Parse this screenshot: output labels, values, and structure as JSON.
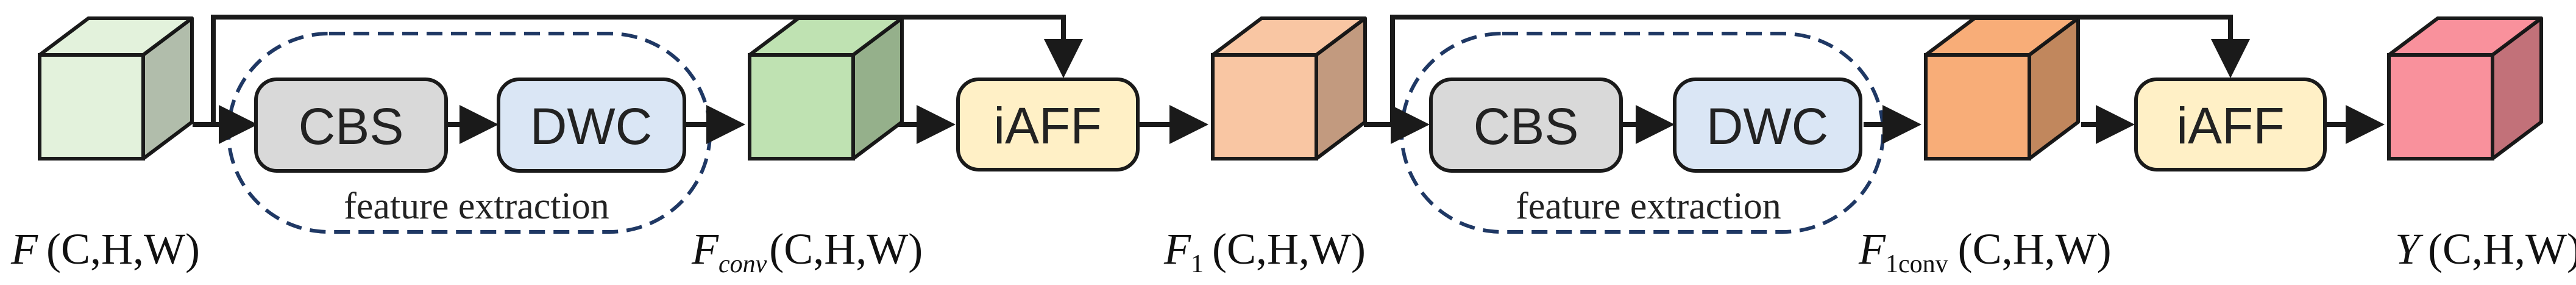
{
  "blocks": {
    "cbs_1": "CBS",
    "dwc_1": "DWC",
    "iaff_1": "iAFF",
    "cbs_2": "CBS",
    "dwc_2": "DWC",
    "iaff_2": "iAFF"
  },
  "groups": {
    "feature_extraction_1": "feature extraction",
    "feature_extraction_2": "feature extraction"
  },
  "tensors": {
    "input": {
      "symbol": "F",
      "sub": "",
      "dims": "(C,H,W)"
    },
    "conv_1": {
      "symbol": "F",
      "sub": "conv",
      "dims": "(C,H,W)"
    },
    "f1": {
      "symbol": "F",
      "sub": "1",
      "dims": "(C,H,W)"
    },
    "conv_2": {
      "symbol": "F",
      "sub": "1conv",
      "dims": "(C,H,W)"
    },
    "output": {
      "symbol": "Y",
      "sub": "",
      "dims": "(C,H,W)"
    }
  },
  "colors": {
    "cube_input": "#e3f2dc",
    "cube_conv_1": "#bfe2b2",
    "cube_f1": "#f9c6a3",
    "cube_conv_2": "#f8ad78",
    "cube_output": "#f9919c",
    "cbs_fill": "#d9d9d9",
    "dwc_fill": "#dae6f5",
    "iaff_fill": "#fff0c6",
    "dashed_border": "#1f3864",
    "stroke": "#1a1a1a"
  }
}
